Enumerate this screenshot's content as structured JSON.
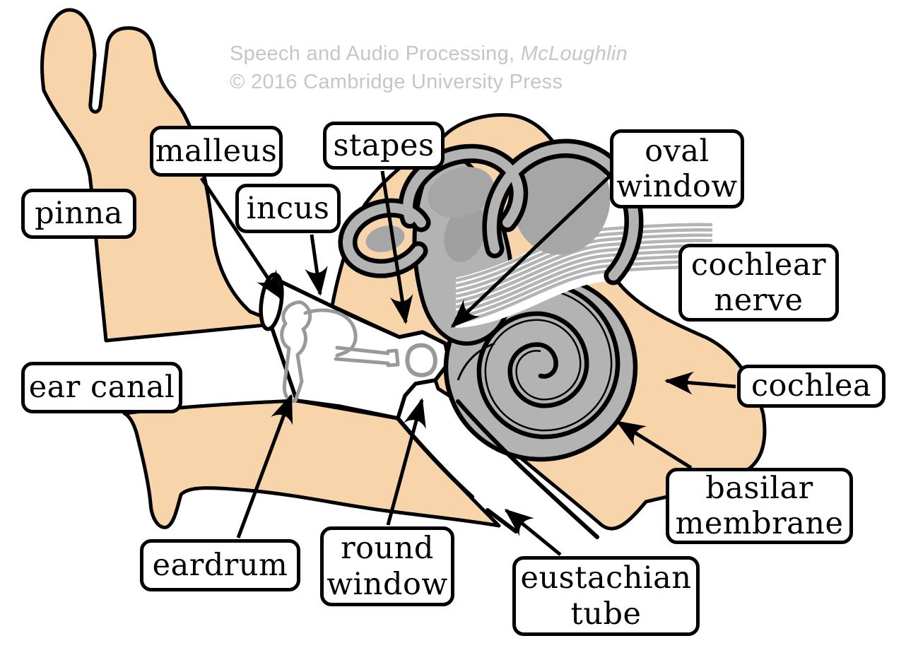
{
  "watermark": {
    "line1_normal": "Speech and Audio Processing, ",
    "line1_italic": "McLoughlin",
    "line2": "© 2016 Cambridge University Press"
  },
  "labels": [
    {
      "id": "pinna",
      "text": "pinna"
    },
    {
      "id": "malleus",
      "text": "malleus"
    },
    {
      "id": "incus",
      "text": "incus"
    },
    {
      "id": "stapes",
      "text": "stapes"
    },
    {
      "id": "oval-window",
      "text": "oval\nwindow"
    },
    {
      "id": "cochlear-nerve",
      "text": "cochlear\nnerve"
    },
    {
      "id": "cochlea",
      "text": "cochlea"
    },
    {
      "id": "ear-canal",
      "text": "ear canal"
    },
    {
      "id": "basilar-membrane",
      "text": "basilar\nmembrane"
    },
    {
      "id": "eardrum",
      "text": "eardrum"
    },
    {
      "id": "round-window",
      "text": "round\nwindow"
    },
    {
      "id": "eustachian-tube",
      "text": "eustachian\ntube"
    }
  ],
  "colors": {
    "tissue": "#F8D4AB",
    "labyrinth_gray": "#B3B3B3",
    "loop_inner_gray": "#A6A6A6",
    "ossicle_gray": "#999999",
    "nerve_gray": "#B4B4B4",
    "outline": "#000000",
    "watermark_gray": "#C6C6C6",
    "label_background": "#FFFFFF"
  }
}
